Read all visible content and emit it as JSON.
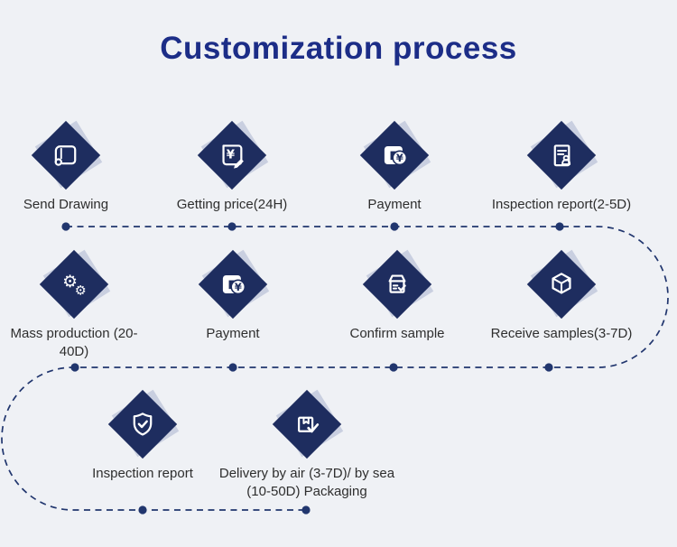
{
  "title": "Customization process",
  "colors": {
    "bg": "#eff1f5",
    "navy": "#1e2d5f",
    "line": "#21366e",
    "title": "#1c2d87",
    "shadow": "#c9cfe0",
    "label": "#2e2e2e"
  },
  "steps": [
    {
      "label": "Send Drawing",
      "icon": "blueprint-icon"
    },
    {
      "label": "Getting price(24H)",
      "icon": "price-quote-icon"
    },
    {
      "label": "Payment",
      "icon": "payment-wallet-icon"
    },
    {
      "label": "Inspection report(2-5D)",
      "icon": "report-document-icon"
    },
    {
      "label": "Mass production (20-40D)",
      "icon": "gears-icon"
    },
    {
      "label": "Payment",
      "icon": "payment-wallet-icon"
    },
    {
      "label": "Confirm sample",
      "icon": "sample-box-icon"
    },
    {
      "label": "Receive samples(3-7D)",
      "icon": "package-icon"
    },
    {
      "label": "Inspection report",
      "icon": "shield-check-icon"
    },
    {
      "label": "Delivery by air (3-7D)/ by sea (10-50D) Packaging",
      "icon": "delivery-check-icon"
    }
  ]
}
